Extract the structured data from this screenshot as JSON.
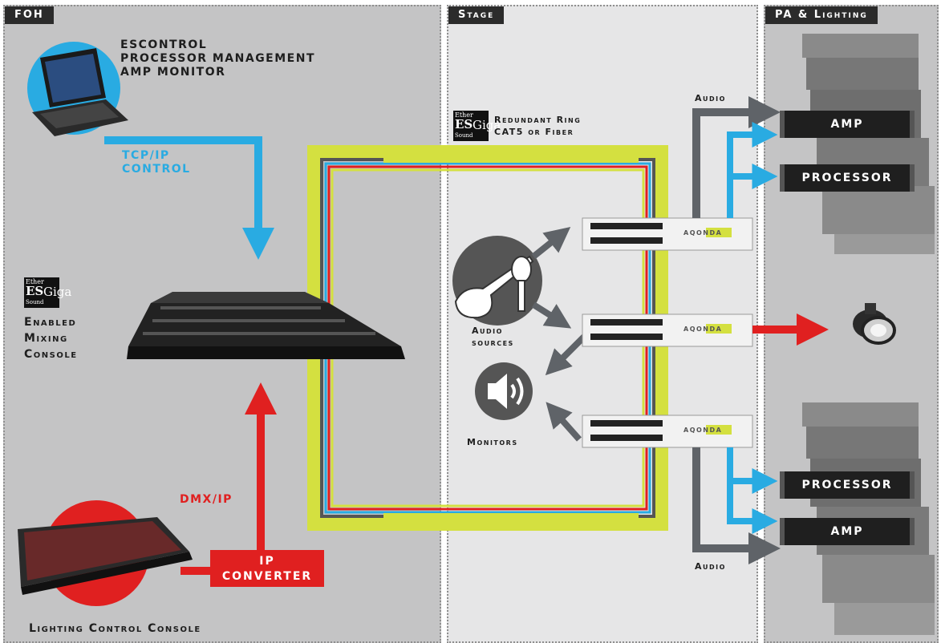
{
  "zones": {
    "foh": "FOH",
    "stage": "Stage",
    "pa": "PA & Lighting"
  },
  "foh": {
    "escontrol_lines": [
      "ESCONTROL",
      "PROCESSOR MANAGEMENT",
      "AMP MONITOR"
    ],
    "tcpip_lines": [
      "TCP/IP",
      "CONTROL"
    ],
    "mixer_lines": [
      "Enabled",
      "Mixing",
      "Console"
    ],
    "dmx_label": "DMX/IP",
    "ip_converter_lines": [
      "IP",
      "CONVERTER"
    ],
    "lighting_label": "Lighting Control Console"
  },
  "stage": {
    "ring_lines": [
      "Redundant Ring",
      "CAT5 or Fiber"
    ],
    "audio_sources_lines": [
      "Audio",
      "sources"
    ],
    "monitors_label": "Monitors",
    "rack_brand": "AQONDA"
  },
  "pa": {
    "audio_top": "Audio",
    "audio_bottom": "Audio",
    "amp_top": "AMP",
    "processor_top": "PROCESSOR",
    "processor_bottom": "PROCESSOR",
    "amp_bottom": "AMP"
  },
  "logos": {
    "ether": "Ether",
    "es": "ES",
    "sound": "Sound",
    "giga": "Giga"
  },
  "colors": {
    "ring": "#d4e040",
    "control": "#29abe2",
    "dmx": "#e02020",
    "audio_arrow": "#5f6368"
  }
}
